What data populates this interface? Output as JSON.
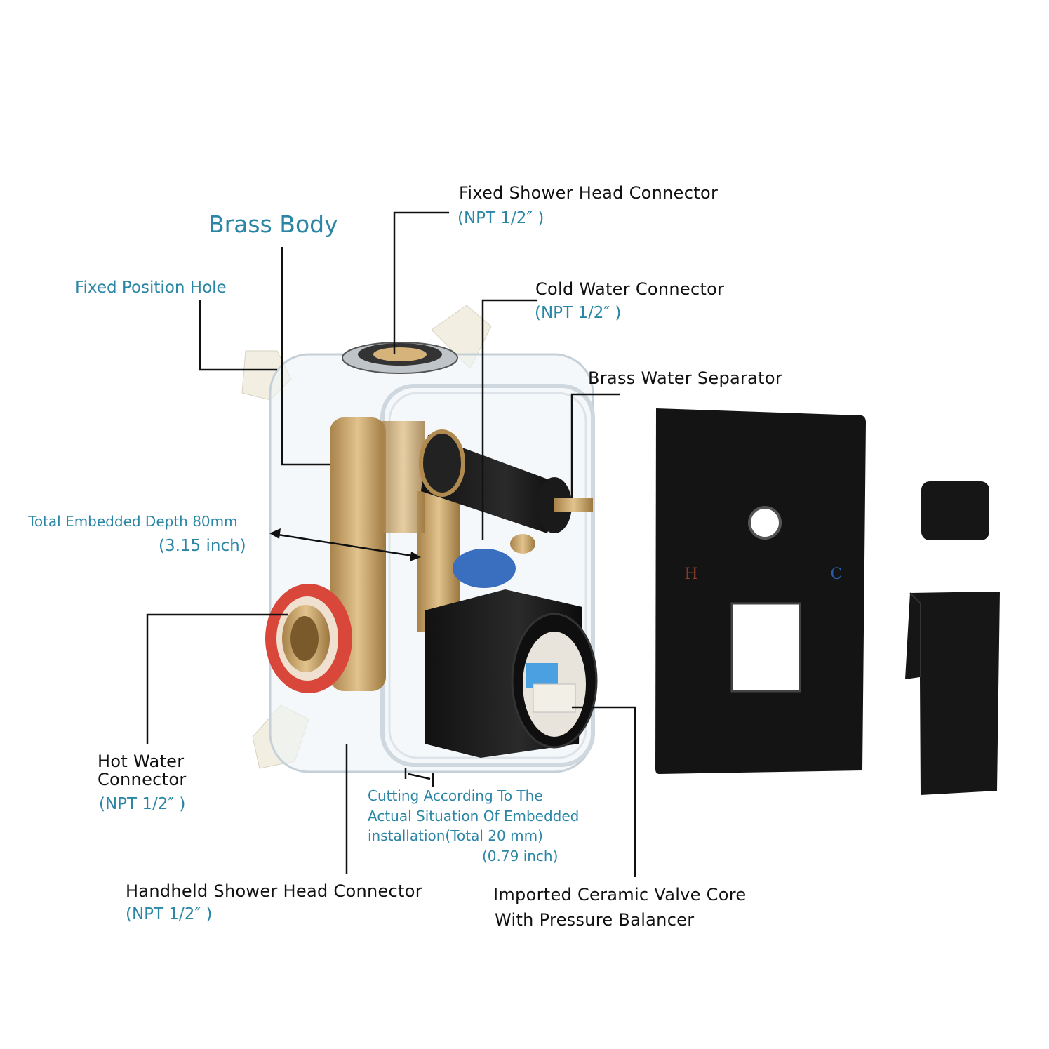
{
  "labels": {
    "brass_body": "Brass Body",
    "fixed_position_hole": "Fixed Position Hole",
    "fixed_shower_head": {
      "title": "Fixed Shower Head Connector",
      "spec": "(NPT 1/2″ )"
    },
    "cold_water": {
      "title": "Cold Water Connector",
      "spec": "(NPT 1/2″ )"
    },
    "brass_water_separator": "Brass Water Separator",
    "embedded_depth": {
      "title": "Total Embedded Depth 80mm",
      "inch": "(3.15 inch)"
    },
    "hot_water": {
      "line1": "Hot Water",
      "line2": "Connector",
      "spec": "(NPT 1/2″ )"
    },
    "cutting": {
      "line1": "Cutting According To The",
      "line2": "Actual Situation Of Embedded",
      "line3": "installation(Total 20 mm)",
      "inch": "(0.79 inch)"
    },
    "handheld": {
      "title": "Handheld Shower Head Connector",
      "spec": "(NPT 1/2″ )"
    },
    "valve_core": {
      "line1": "Imported Ceramic Valve Core",
      "line2": "With Pressure Balancer"
    }
  },
  "plate_marks": {
    "hot": "H",
    "cold": "C"
  },
  "colors": {
    "label_teal": "#2b86a6",
    "leader": "#111111",
    "matte_black": "#1a1a1a",
    "brass": "#c9a46a",
    "hot_red": "#c0392b",
    "cold_blue": "#2a5caa"
  }
}
